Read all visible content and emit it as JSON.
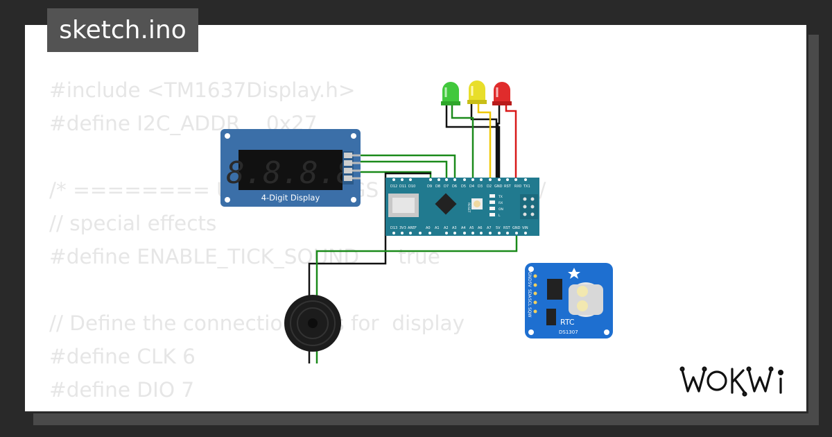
{
  "tab": {
    "filename": "sketch.ino"
  },
  "code": {
    "lines": [
      "#include <TM1637Display.h>",
      "#define I2C_ADDR    0x27",
      "",
      "/* ======== USER SETTINGS ======== */",
      "// special effects",
      "#define ENABLE_TICK_SOUND      true",
      "",
      "// Define the connection pins for  display",
      "#define CLK 6",
      "#define DIO 7"
    ]
  },
  "display": {
    "label": "4-Digit Display",
    "digits": "8.8.8.8"
  },
  "arduino": {
    "top_pins": [
      "D12",
      "D11",
      "D10",
      "D9",
      "D8",
      "D7",
      "D6",
      "D5",
      "D4",
      "D3",
      "D2",
      "GND",
      "RST",
      "RX0",
      "TX1"
    ],
    "bottom_pins": [
      "D13",
      "3V3",
      "AREF",
      "A0",
      "A1",
      "A2",
      "A3",
      "A4",
      "A5",
      "A6",
      "A7",
      "5V",
      "RST",
      "GND",
      "VIN"
    ],
    "reset_label": "RESET",
    "leds": [
      "TX",
      "RX",
      "ON",
      "L"
    ]
  },
  "rtc": {
    "title": "RTC",
    "model": "DS1307",
    "pins": [
      "GND",
      "5V",
      "SDA",
      "SCL",
      "SQW"
    ]
  },
  "leds": [
    {
      "color": "green",
      "hex": "#41c83c"
    },
    {
      "color": "yellow",
      "hex": "#e8de2a"
    },
    {
      "color": "red",
      "hex": "#e02c2c"
    }
  ],
  "brand": {
    "logo": "WOKWi"
  },
  "colors": {
    "board_blue": "#3b6fa8",
    "nano_teal": "#217a8f",
    "wire_green": "#1a8a1a",
    "wire_yellow": "#f0c800",
    "wire_red": "#d81818"
  }
}
